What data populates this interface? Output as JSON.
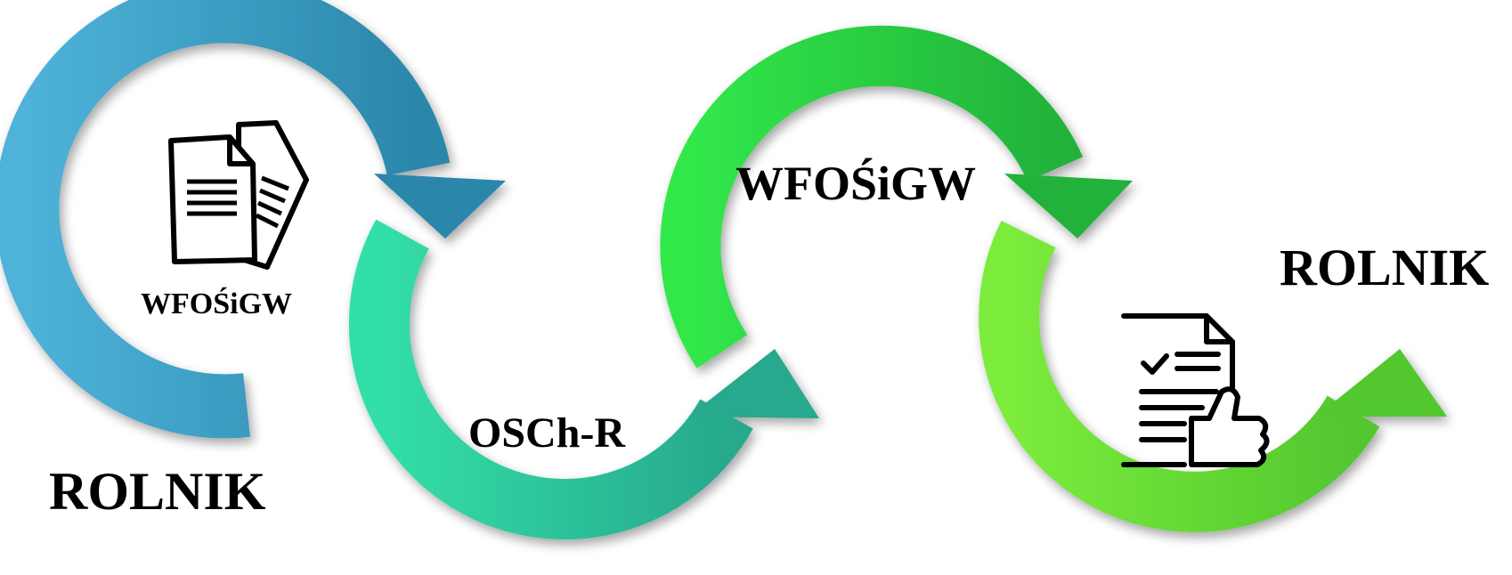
{
  "diagram": {
    "labels": {
      "wfosigw_small": "WFOŚiGW",
      "rolnik_left": "ROLNIK",
      "osch_r": "OSCh-R",
      "wfosigw_large": "WFOŚiGW",
      "rolnik_right": "ROLNIK"
    },
    "icons": {
      "documents": "documents-icon",
      "approval": "approved-document-thumbs-up-icon"
    },
    "colors": {
      "arrow_1": "#3aa3c9",
      "arrow_2": "#2fc8a0",
      "arrow_3": "#2fd84a",
      "arrow_4": "#66dd3a",
      "text": "#000000"
    }
  }
}
